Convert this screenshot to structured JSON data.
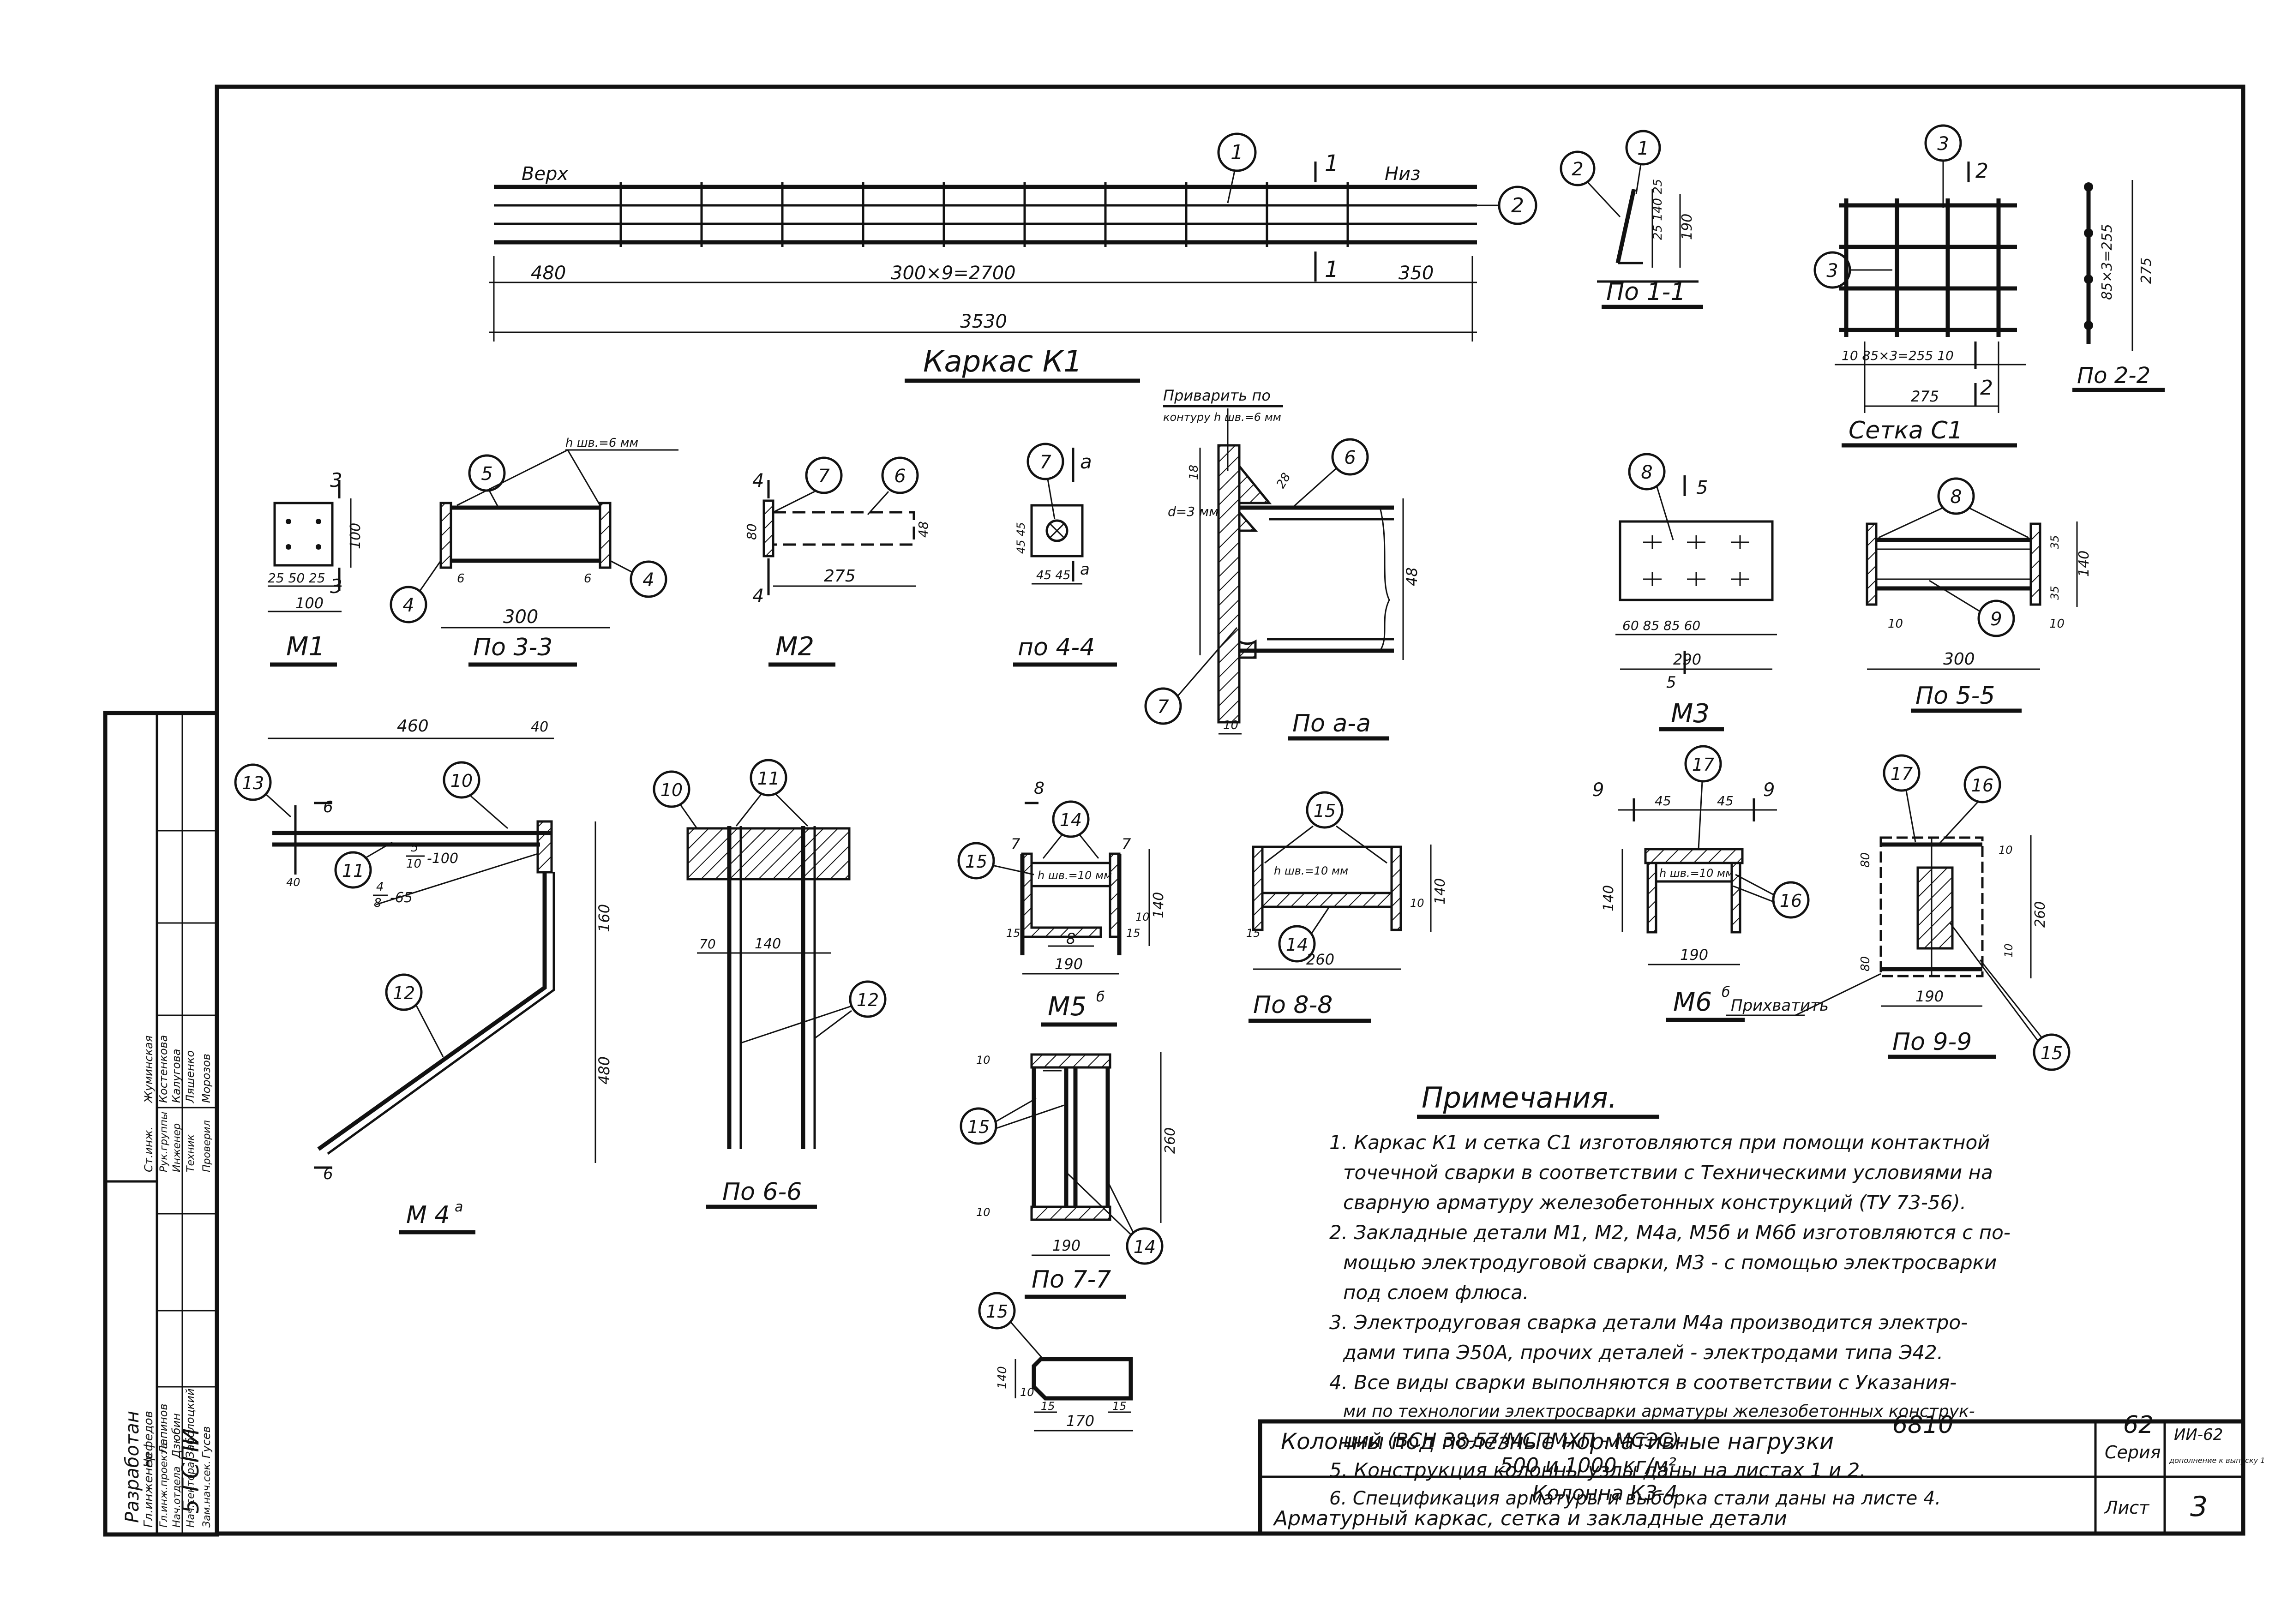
{
  "views": {
    "k1": {
      "title": "Каркас К1",
      "top_label": "Верх",
      "bottom_label": "Низ",
      "dim_left": "480",
      "dim_mid": "300×9=2700",
      "dim_right": "350",
      "dim_total": "3530",
      "section_mark": "1",
      "callout_1": "1",
      "callout_2": "2"
    },
    "sec11": {
      "title": "По 1-1",
      "callout_1": "1",
      "callout_2": "2",
      "dim_a": "25 140 25",
      "dim_b": "190"
    },
    "c1": {
      "title": "Сетка С1",
      "callout": "3",
      "callout_side": "3",
      "dim_bottom": "10  85×3=255  10",
      "dim_total": "275",
      "section_mark": "2"
    },
    "sec22": {
      "title": "По 2-2",
      "dim_a": "85×3=255",
      "dim_b": "275"
    },
    "m1": {
      "title": "М1",
      "section_mark": "3",
      "dims": "25 50 25",
      "dim_w": "100",
      "dim_h": "100"
    },
    "sec33": {
      "title": "По 3-3",
      "callout_5": "5",
      "callout_4": "4",
      "weld_note": "h шв.=6 мм",
      "dim_len": "300",
      "dim_6a": "6",
      "dim_6b": "6"
    },
    "m2": {
      "title": "М2",
      "section_mark": "4",
      "callout_7": "7",
      "callout_6": "6",
      "dim_len": "275",
      "dim_80": "80",
      "dim_48": "48"
    },
    "sec44": {
      "title": "по 4-4",
      "callout_7": "7",
      "section_mark": "а",
      "dim_45a": "45 45",
      "dim_45b": "45 45"
    },
    "secaa": {
      "title": "По а-а",
      "weld_title": "Приварить по",
      "weld_title2": "контуру h шв.=6 мм",
      "d_note": "d=3 мм",
      "callout_6": "6",
      "callout_7": "7",
      "dim_48": "48",
      "dim_10": "10",
      "dim_18": "18",
      "dim_28": "28"
    },
    "m3": {
      "title": "М3",
      "callout_8": "8",
      "section_mark": "5",
      "dims": "60 85 85 60",
      "dim_total": "290"
    },
    "sec55": {
      "title": "По 5-5",
      "callout_8": "8",
      "callout_9": "9",
      "dim_len": "300",
      "dim_35a": "35",
      "dim_35b": "35",
      "dim_140": "140",
      "dim_10a": "10",
      "dim_10b": "10"
    },
    "m4": {
      "title": "М 4",
      "title_sup": "а",
      "callout_13": "13",
      "callout_10": "10",
      "callout_11": "11",
      "callout_12": "12",
      "dim_460": "460",
      "dim_40": "40",
      "dim_160": "160",
      "dim_480": "480",
      "frac_1_top": "5",
      "frac_1_bottom": "10",
      "frac_1_tail": "-100",
      "frac_2_top": "4",
      "frac_2_bottom": "8",
      "frac_2_tail": "-65",
      "section_mark": "6",
      "dim_side": "40"
    },
    "sec66": {
      "title": "По 6-6",
      "callout_10": "10",
      "callout_11": "11",
      "callout_12": "12",
      "dim_70": "70",
      "dim_140": "140"
    },
    "m5": {
      "title": "М5",
      "title_sup": "б",
      "section_mark": "8",
      "section_mark7": "7",
      "callout_14": "14",
      "callout_15": "15",
      "weld_note": "h шв.=10 мм",
      "dim_8": "8",
      "dim_190": "190",
      "dim_140": "140",
      "dim_15a": "15",
      "dim_15b": "15",
      "dim_10": "10"
    },
    "sec88": {
      "title": "По 8-8",
      "callout_14": "14",
      "callout_15": "15",
      "weld_note": "h шв.=10 мм",
      "dim_260": "260",
      "dim_140": "140",
      "dim_10": "10",
      "dim_15": "15"
    },
    "m6": {
      "title": "М6",
      "title_sup": "б",
      "section_mark": "9",
      "callout_17": "17",
      "callout_16": "16",
      "weld_note": "h шв.=10 мм",
      "dim_45a": "45",
      "dim_45b": "45",
      "dim_190": "190",
      "dim_140": "140",
      "tack_note": "Прихватить"
    },
    "sec99": {
      "title": "По 9-9",
      "callout_17": "17",
      "callout_16": "16",
      "callout_15": "15",
      "dim_190": "190",
      "dim_260": "260",
      "dim_80a": "80",
      "dim_80b": "80",
      "dim_10a": "10",
      "dim_10b": "10"
    },
    "sec77": {
      "title": "По 7-7",
      "callout_15": "15",
      "callout_14": "14",
      "dim_190": "190",
      "dim_260": "260",
      "dim_10a": "10",
      "dim_10b": "10"
    },
    "detail15": {
      "callout": "15",
      "dim_140": "140",
      "dim_10": "10",
      "dim_15a": "15",
      "dim_15b": "15",
      "dim_170": "170"
    }
  },
  "notes": {
    "heading": "Примечания.",
    "lines": [
      "1. Каркас К1 и сетка С1 изготовляются при помощи контактной",
      "точечной сварки в соответствии с Техническими условиями на",
      "сварную арматуру железобетонных конструкций (ТУ 73-56).",
      "2. Закладные детали М1, М2, М4а, М5б и М6б изготовляются с по-",
      "мощью электродуговой сварки, М3 - с помощью электросварки",
      "под слоем флюса.",
      "3. Электродуговая сварка детали М4а производится электро-",
      "дами типа Э50А, прочих деталей - электродами типа Э42.",
      "4. Все виды сварки выполняются в соответствии с Указания-",
      "ми по технологии электросварки арматуры железобетонных конструк-",
      "ций (ВСН 38-57/МСПМХП - МСЭС).",
      "5. Конструкция колонны     узлы даны на листах 1 и 2.",
      "6. Спецификация арматуры и выборка стали даны на листе 4."
    ],
    "stamp_number": "6810",
    "stamp_number2": "62"
  },
  "title_block": {
    "project_line1": "Колонны под полезные нормативные нагрузки",
    "project_line2": "500 и 1000 кг/м²",
    "sheet_line1": "Колонна К3-4",
    "sheet_line2": "Арматурный каркас, сетка и закладные детали",
    "series_label": "Серия",
    "series_value": "ИИ-62",
    "series_note": "дополнение к выпуску 1",
    "sheet_label": "Лист",
    "sheet_value": "3"
  },
  "side_stamp": {
    "developed": "Разработан",
    "org": "5 ГСПИ",
    "rows": [
      {
        "role": "Гл.инженер",
        "name": "Нефедов"
      },
      {
        "role": "Гл.инж.проекта",
        "name": "Лапинов"
      },
      {
        "role": "Нач.отдела",
        "name": "Дзюбин"
      },
      {
        "role": "Нач.сектора",
        "name": "Заболоцкий"
      },
      {
        "role": "Зам.нач.сек.",
        "name": "Гусев"
      },
      {
        "role": "Ст.инж.",
        "name": "Жуминская"
      },
      {
        "role": "Рук.группы",
        "name": "Костенкова"
      },
      {
        "role": "Инженер",
        "name": "Калугова"
      },
      {
        "role": "Техник",
        "name": "Ляшенко"
      },
      {
        "role": "Проверил",
        "name": "Морозов"
      }
    ]
  }
}
